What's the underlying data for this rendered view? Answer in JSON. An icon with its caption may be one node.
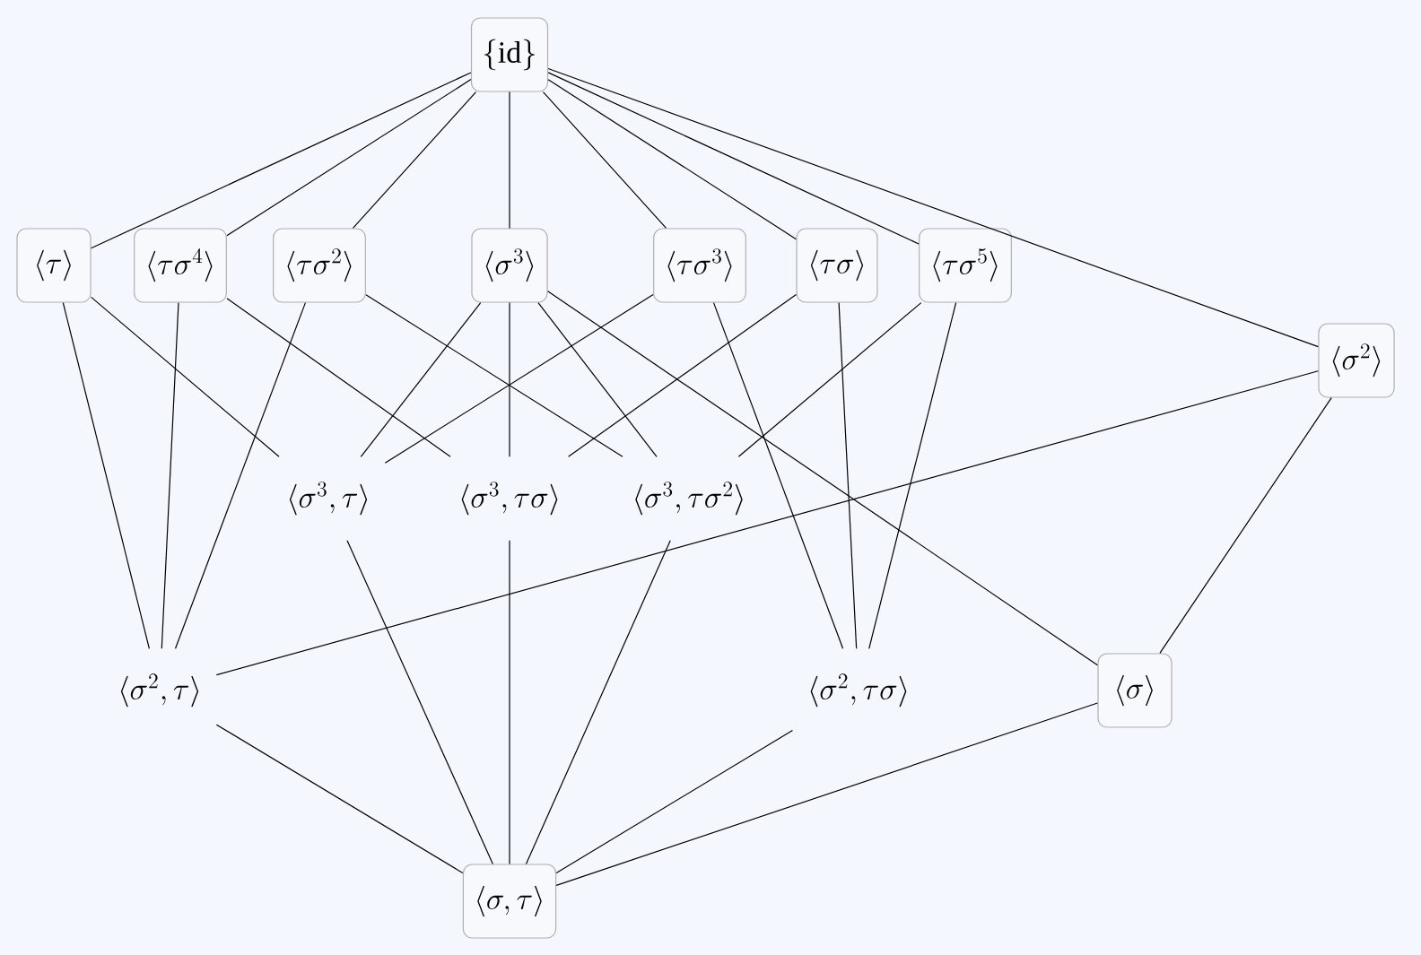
{
  "diagram": {
    "nodes": [
      {
        "text": [
          "\\{\\mathrm{id}\\}"
        ]
      },
      {
        "text": [
          "\\langle\\tau\\rangle"
        ]
      },
      {
        "text": [
          "\\langle\\tau\\sigma^4\\rangle"
        ]
      },
      {
        "text": [
          "\\langle\\tau\\sigma^2\\rangle"
        ]
      },
      {
        "text": [
          "\\langle\\sigma^3\\rangle"
        ]
      },
      {
        "text": [
          "\\langle\\tau\\sigma^3\\rangle"
        ]
      },
      {
        "text": [
          "\\langle\\tau\\sigma\\rangle"
        ]
      },
      {
        "text": [
          "\\langle\\tau\\sigma^5\\rangle"
        ]
      },
      {
        "text": [
          "\\langle\\sigma^2\\rangle"
        ]
      },
      {
        "text": [
          "\\langle\\sigma^3,\\tau\\rangle"
        ]
      },
      {
        "text": [
          "\\langle\\sigma^3,\\tau\\sigma\\rangle"
        ]
      },
      {
        "text": [
          "\\langle\\sigma^3,\\tau\\sigma^2\\rangle"
        ]
      },
      {
        "text": [
          "\\langle\\sigma^2,\\tau\\rangle"
        ]
      },
      {
        "text": [
          "\\langle\\sigma^2,\\tau\\sigma\\rangle"
        ]
      },
      {
        "text": [
          "\\langle\\sigma\\rangle"
        ]
      },
      {
        "text": [
          "\\langle\\sigma,\\tau\\rangle"
        ]
      }
    ],
    "edges": [
      {
        "from": 0,
        "to": 1,
        "arrow": "none"
      },
      {
        "from": 0,
        "to": 2,
        "arrow": "none"
      },
      {
        "from": 0,
        "to": 3,
        "arrow": "none"
      },
      {
        "from": 0,
        "to": 4,
        "arrow": "none"
      },
      {
        "from": 0,
        "to": 5,
        "arrow": "none"
      },
      {
        "from": 0,
        "to": 6,
        "arrow": "none"
      },
      {
        "from": 0,
        "to": 7,
        "arrow": "none"
      },
      {
        "from": 0,
        "to": 8,
        "arrow": "none"
      },
      {
        "from": 1,
        "to": 9,
        "arrow": "none"
      },
      {
        "from": 1,
        "to": 12,
        "arrow": "none"
      },
      {
        "from": 2,
        "to": 10,
        "arrow": "none"
      },
      {
        "from": 2,
        "to": 12,
        "arrow": "none"
      },
      {
        "from": 3,
        "to": 11,
        "arrow": "none"
      },
      {
        "from": 3,
        "to": 12,
        "arrow": "none"
      },
      {
        "from": 4,
        "to": 9,
        "arrow": "none"
      },
      {
        "from": 4,
        "to": 10,
        "arrow": "none"
      },
      {
        "from": 4,
        "to": 11,
        "arrow": "none"
      },
      {
        "from": 4,
        "to": 14,
        "arrow": "none"
      },
      {
        "from": 5,
        "to": 9,
        "arrow": "none"
      },
      {
        "from": 5,
        "to": 13,
        "arrow": "none"
      },
      {
        "from": 6,
        "to": 10,
        "arrow": "none"
      },
      {
        "from": 6,
        "to": 13,
        "arrow": "none"
      },
      {
        "from": 7,
        "to": 11,
        "arrow": "none"
      },
      {
        "from": 7,
        "to": 13,
        "arrow": "none"
      },
      {
        "from": 8,
        "to": 12,
        "arrow": "none"
      },
      {
        "from": 8,
        "to": 14,
        "arrow": "none"
      },
      {
        "from": 9,
        "to": 15,
        "arrow": "none"
      },
      {
        "from": 10,
        "to": 15,
        "arrow": "none"
      },
      {
        "from": 11,
        "to": 15,
        "arrow": "none"
      },
      {
        "from": 12,
        "to": 15,
        "arrow": "none"
      },
      {
        "from": 13,
        "to": 15,
        "arrow": "none"
      },
      {
        "from": 14,
        "to": 15,
        "arrow": "none"
      }
    ]
  }
}
